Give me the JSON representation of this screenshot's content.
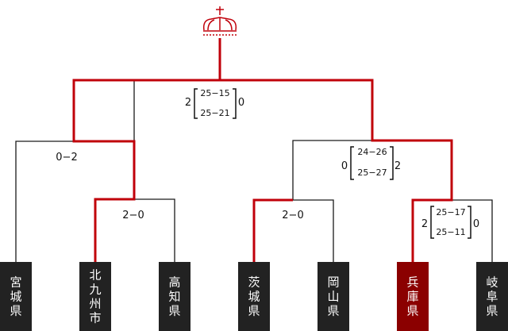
{
  "teams": [
    {
      "name": "宮城県",
      "highlight": false
    },
    {
      "name": "北九州市",
      "highlight": false
    },
    {
      "name": "高知県",
      "highlight": false
    },
    {
      "name": "茨城県",
      "highlight": false
    },
    {
      "name": "岡山県",
      "highlight": false
    },
    {
      "name": "兵庫県",
      "highlight": true
    },
    {
      "name": "岐阜県",
      "highlight": false
    }
  ],
  "matches": {
    "r1_left": {
      "score": "2−0"
    },
    "r1_mid": {
      "score": "2−0"
    },
    "r1_right": {
      "left_sets": "2",
      "right_sets": "0",
      "set1": "25−17",
      "set2": "25−11"
    },
    "semi_left": {
      "score": "0−2"
    },
    "semi_right": {
      "left_sets": "0",
      "right_sets": "2",
      "set1": "24−26",
      "set2": "25−27"
    },
    "final": {
      "left_sets": "2",
      "right_sets": "0",
      "set1": "25−15",
      "set2": "25−21"
    }
  },
  "colors": {
    "winner_line": "#c0000a",
    "loser_line": "#1a1a1a",
    "team_box": "#222222",
    "team_box_highlight": "#8b0000",
    "crown": "#c0000a"
  },
  "icons": {
    "trophy": "crown-icon"
  }
}
